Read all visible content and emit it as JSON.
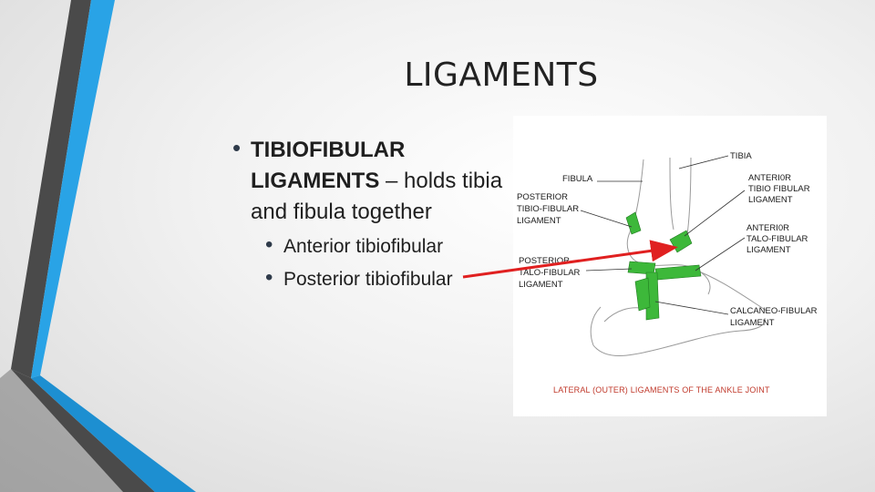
{
  "slide": {
    "title": "LIGAMENTS",
    "bullet_main_strong": "TIBIOFIBULAR LIGAMENTS",
    "bullet_main_rest": " – holds tibia and fibula together",
    "sub_bullets": [
      "Anterior tibiofibular",
      "Posterior tibiofibular"
    ]
  },
  "figure": {
    "labels": {
      "tibia": "TIBIA",
      "fibula": "FIBULA",
      "ant_tib_fib_1": "ANTERI0R",
      "ant_tib_fib_2": "TIBIO FIBULAR",
      "ant_tib_fib_3": "LIGAMENT",
      "post_tib_fib_1": "POSTERIOR",
      "post_tib_fib_2": "TIBIO-FIBULAR",
      "post_tib_fib_3": "LIGAMENT",
      "ant_talo_fib_1": "ANTERI0R",
      "ant_talo_fib_2": "TALO-FIBULAR",
      "ant_talo_fib_3": "LIGAMENT",
      "post_talo_fib_1": "POSTERIOR",
      "post_talo_fib_2": "TALO-FIBULAR",
      "post_talo_fib_3": "LIGAMENT",
      "calc_fib_1": "CALCANEO-FIBULAR",
      "calc_fib_2": "LIGAMENT"
    },
    "caption": "LATERAL (OUTER) LIGAMENTS OF THE ANKLE JOINT"
  },
  "colors": {
    "accent_blue": "#29a3e6",
    "dark_gray": "#4a4a4a",
    "ligament_green": "#3db83a",
    "arrow_red": "#e02020"
  }
}
